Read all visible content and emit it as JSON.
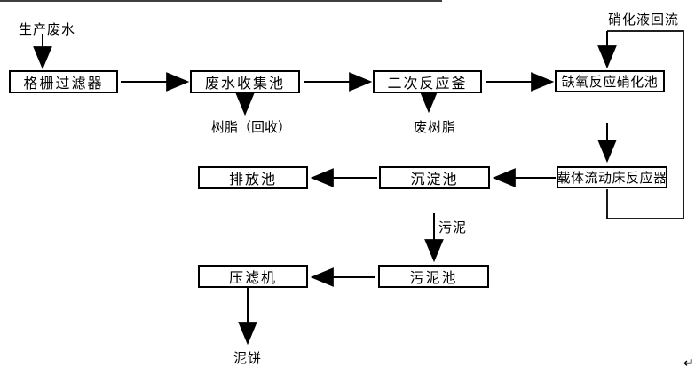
{
  "diagram": {
    "type": "flowchart",
    "subject": "wastewater-treatment-process",
    "colors": {
      "line": "#000000",
      "background": "#ffffff",
      "text": "#000000"
    },
    "nodes": [
      {
        "id": "grid-filter",
        "label": "格栅过滤器"
      },
      {
        "id": "wastewater-collection-pool",
        "label": "废水收集池"
      },
      {
        "id": "secondary-reactor",
        "label": "二次反应釜"
      },
      {
        "id": "anoxic-nitrification-pool",
        "label": "缺氧反应硝化池"
      },
      {
        "id": "discharge-pool",
        "label": "排放池"
      },
      {
        "id": "sedimentation-pool",
        "label": "沉淀池"
      },
      {
        "id": "carrier-fluidized-bed-reactor",
        "label": "载体流动床反应器"
      },
      {
        "id": "filter-press",
        "label": "压滤机"
      },
      {
        "id": "sludge-pool",
        "label": "污泥池"
      }
    ],
    "labels": [
      {
        "id": "production-wastewater",
        "text": "生产废水"
      },
      {
        "id": "resin-recovery",
        "text": "树脂（回收）"
      },
      {
        "id": "waste-resin",
        "text": "废树脂"
      },
      {
        "id": "nitrification-reflux",
        "text": "硝化液回流"
      },
      {
        "id": "sludge",
        "text": "污泥"
      },
      {
        "id": "mud-cake",
        "text": "泥饼"
      }
    ],
    "edges": [
      {
        "from": "生产废水",
        "to": "格栅过滤器"
      },
      {
        "from": "格栅过滤器",
        "to": "废水收集池"
      },
      {
        "from": "废水收集池",
        "to": "二次反应釜"
      },
      {
        "from": "废水收集池",
        "to": "树脂（回收）"
      },
      {
        "from": "二次反应釜",
        "to": "缺氧反应硝化池"
      },
      {
        "from": "二次反应釜",
        "to": "废树脂"
      },
      {
        "from": "缺氧反应硝化池",
        "to": "载体流动床反应器"
      },
      {
        "from": "载体流动床反应器",
        "to": "沉淀池"
      },
      {
        "from": "载体流动床反应器",
        "to": "缺氧反应硝化池",
        "label": "硝化液回流"
      },
      {
        "from": "沉淀池",
        "to": "排放池"
      },
      {
        "from": "沉淀池",
        "to": "污泥池",
        "label": "污泥"
      },
      {
        "from": "污泥池",
        "to": "压滤机"
      },
      {
        "from": "压滤机",
        "to": "泥饼"
      }
    ],
    "return_mark": "↵"
  }
}
